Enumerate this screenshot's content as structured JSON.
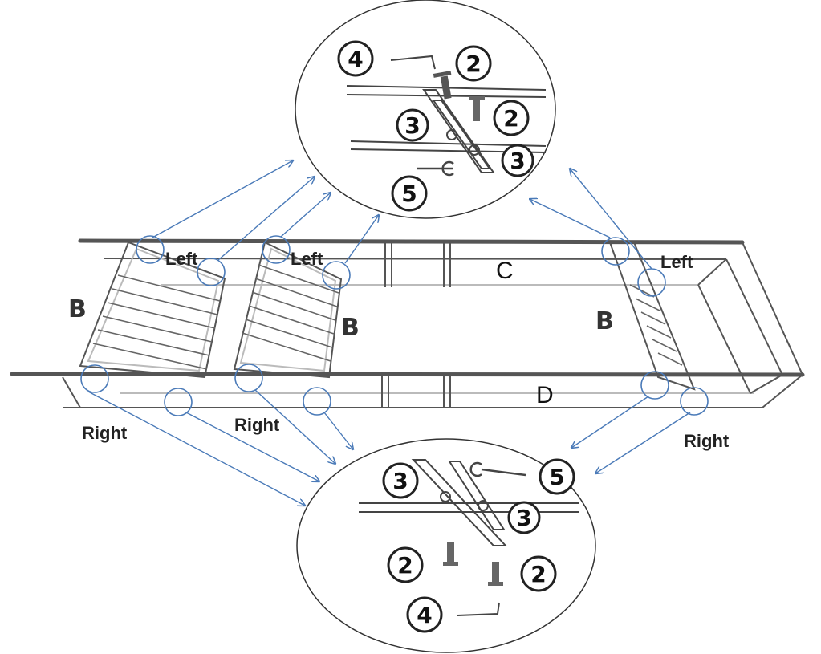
{
  "labels": {
    "left": "Left",
    "right": "Right",
    "panel": "B",
    "rail_c": "C",
    "rail_d": "D"
  },
  "part_numbers": {
    "screw": "2",
    "bolt": "3",
    "hex_key": "4",
    "wrench": "5"
  },
  "colors": {
    "connector": "#4a7ab8",
    "frame": "#555555"
  }
}
